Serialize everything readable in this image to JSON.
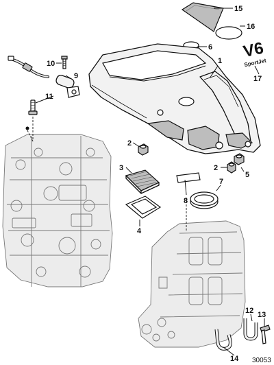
{
  "figure": {
    "number": "30053",
    "callouts": [
      {
        "id": "c1",
        "label": "1"
      },
      {
        "id": "c2a",
        "label": "2"
      },
      {
        "id": "c2b",
        "label": "2"
      },
      {
        "id": "c3",
        "label": "3"
      },
      {
        "id": "c4",
        "label": "4"
      },
      {
        "id": "c5",
        "label": "5"
      },
      {
        "id": "c6",
        "label": "6"
      },
      {
        "id": "c7",
        "label": "7"
      },
      {
        "id": "c8",
        "label": "8"
      },
      {
        "id": "c9",
        "label": "9"
      },
      {
        "id": "c10",
        "label": "10"
      },
      {
        "id": "c11",
        "label": "11"
      },
      {
        "id": "c12",
        "label": "12"
      },
      {
        "id": "c13",
        "label": "13"
      },
      {
        "id": "c14",
        "label": "14"
      },
      {
        "id": "c15",
        "label": "15"
      },
      {
        "id": "c16",
        "label": "16"
      },
      {
        "id": "c17",
        "label": "17"
      }
    ]
  },
  "decal": {
    "big_text": "V6",
    "small_text": "SportJet"
  }
}
